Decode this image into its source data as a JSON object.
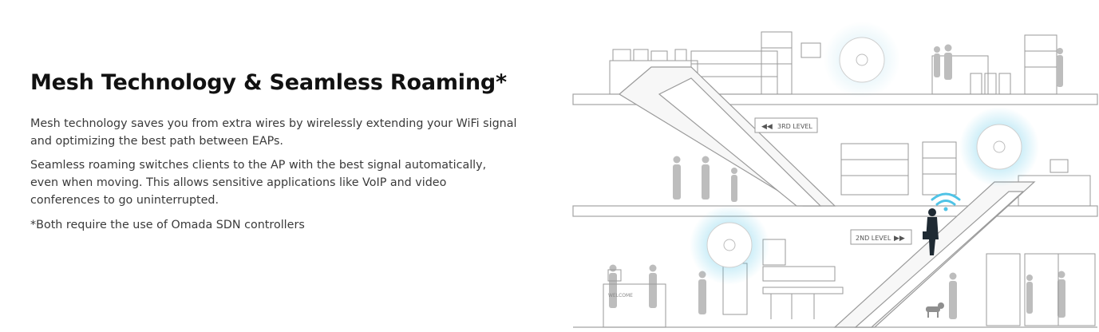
{
  "headline": "Mesh Technology & Seamless Roaming*",
  "paragraphs": [
    "Mesh technology saves you from extra wires by wirelessly extending your WiFi signal and optimizing the best path between EAPs.",
    "Seamless roaming switches clients to the AP with the best signal automatically, even when moving. This allows sensitive applications like VoIP and video conferences to go uninterrupted."
  ],
  "footnote": "*Both require the use of Omada SDN controllers",
  "illustration": {
    "level3_label": "3RD LEVEL",
    "level2_label": "2ND LEVEL",
    "welcome_sign": "WELCOME",
    "accent_color": "#4fc3e6",
    "line_color": "#9a9a9a",
    "figure_color": "#b8b8b8",
    "person_color": "#1f2a33"
  }
}
